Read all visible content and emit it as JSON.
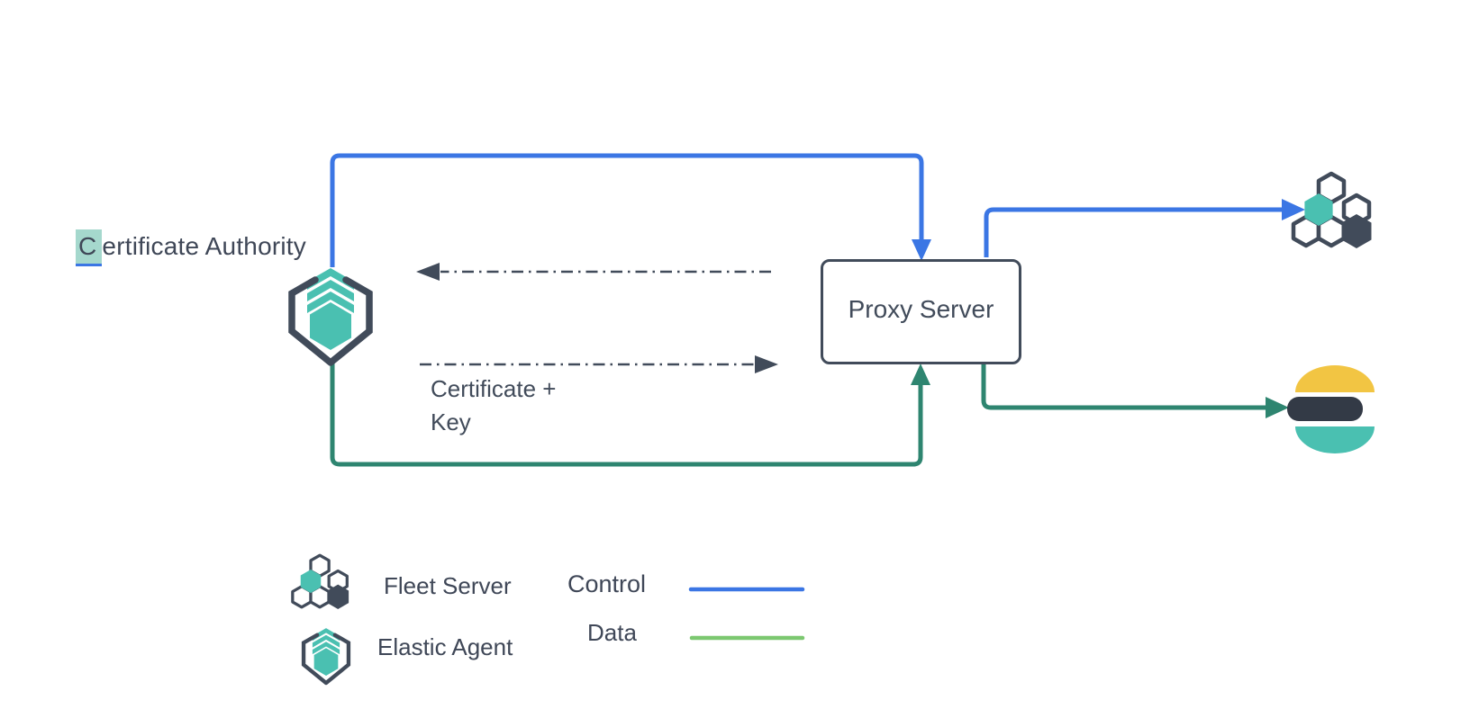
{
  "canvas": {
    "background": "#ffffff"
  },
  "nodes": {
    "certificate_authority": {
      "label_highlighted": "C",
      "label_rest": "ertificate Authority",
      "icon": "elastic-agent-icon"
    },
    "proxy_server": {
      "label": "Proxy Server"
    },
    "fleet_server": {
      "icon": "fleet-server-icon"
    },
    "elasticsearch": {
      "icon": "elasticsearch-icon"
    }
  },
  "annotations": {
    "cert_key": {
      "line1": "Certificate +",
      "line2": "Key"
    }
  },
  "flows": [
    {
      "name": "control-ca-to-proxy",
      "type": "control",
      "color": "#3B76E4"
    },
    {
      "name": "data-ca-to-proxy",
      "type": "data",
      "color": "#2E8570"
    },
    {
      "name": "control-proxy-to-fleet-server",
      "type": "control",
      "color": "#3B76E4"
    },
    {
      "name": "data-proxy-to-elasticsearch",
      "type": "data",
      "color": "#2E8570"
    },
    {
      "name": "cert-key-to-ca",
      "type": "dash-dot",
      "color": "#414B5A"
    },
    {
      "name": "cert-key-to-proxy",
      "type": "dash-dot",
      "color": "#414B5A"
    }
  ],
  "legend": {
    "items": [
      {
        "icon": "fleet-server-icon",
        "label": "Fleet Server"
      },
      {
        "icon": "elastic-agent-icon",
        "label": "Elastic Agent"
      }
    ],
    "flows": [
      {
        "label": "Control",
        "color": "#3B76E4"
      },
      {
        "label": "Data",
        "color": "#7CC870"
      }
    ]
  },
  "colors": {
    "control_blue": "#3B76E4",
    "data_green_path": "#2E8570",
    "data_green_legend": "#7CC870",
    "icon_teal": "#4AC0B1",
    "dark_slate": "#414B5A",
    "text": "#3F4757",
    "elastic_yellow": "#F2C543",
    "elastic_dark": "#333A46",
    "selection_highlight": "#A5D8CD"
  }
}
